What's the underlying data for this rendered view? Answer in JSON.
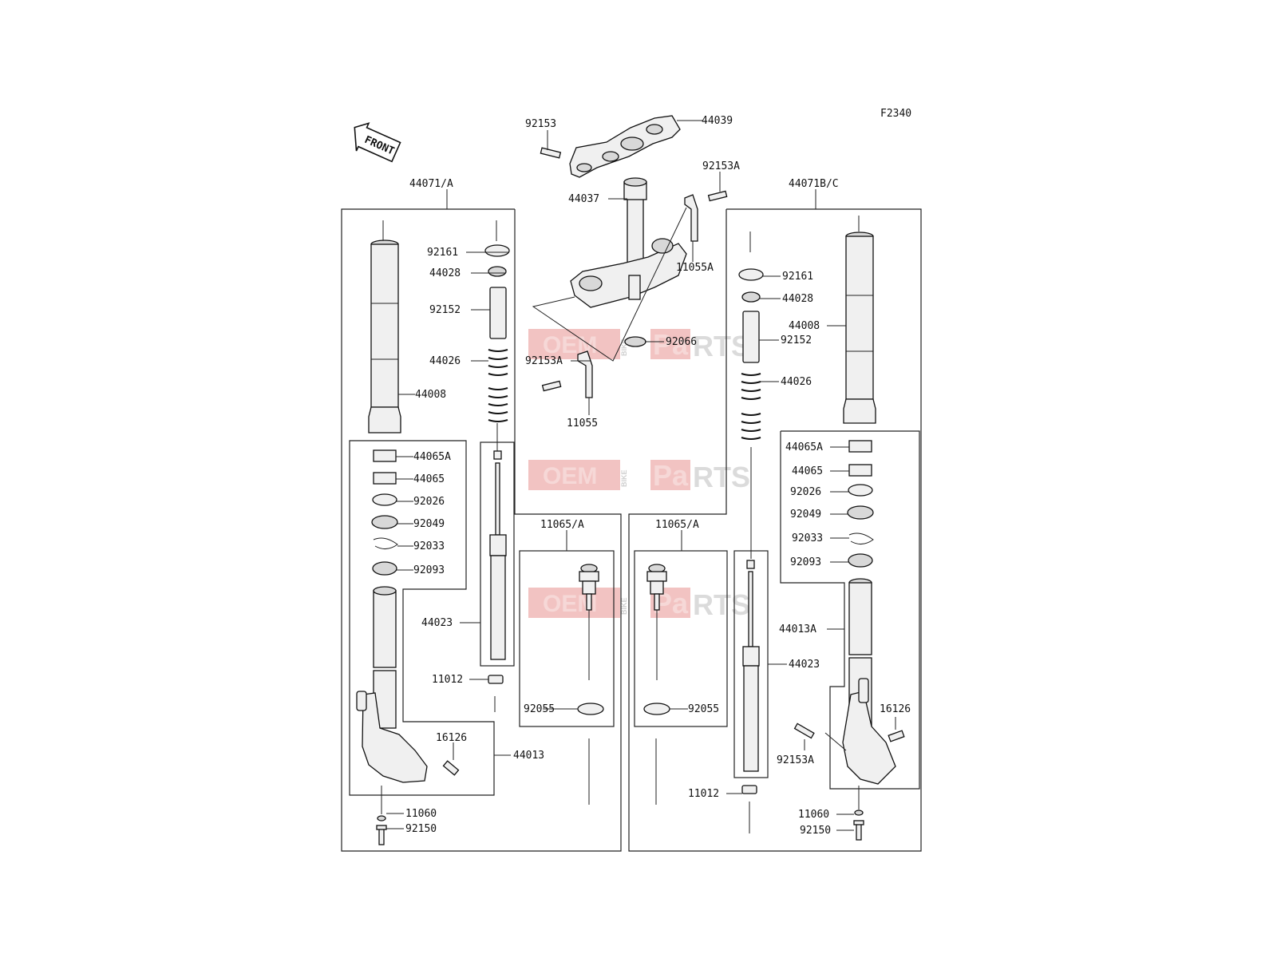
{
  "diagram": {
    "code": "F2340",
    "front_label": "FRONT",
    "watermark": {
      "oem": "OEM",
      "bike": "BIKE",
      "pa": "Pa",
      "rts": "RTS"
    },
    "groups": {
      "left_fork": "44071/A",
      "right_fork": "44071B/C",
      "left_cartridge": "11065/A",
      "right_cartridge": "11065/A"
    },
    "labels": {
      "top_clamp": "44039",
      "top_bolt": "92153",
      "stem_bolt_a": "92153A",
      "stem": "44037",
      "bracket_a": "11055A",
      "stem_seal": "92066",
      "side_bolt_a": "92153A",
      "bracket": "11055",
      "l_92161": "92161",
      "l_44028": "44028",
      "l_92152": "92152",
      "l_44026": "44026",
      "l_44008": "44008",
      "l_44065A": "44065A",
      "l_44065": "44065",
      "l_92026": "92026",
      "l_92049": "92049",
      "l_92033": "92033",
      "l_92093": "92093",
      "l_44023": "44023",
      "l_11012": "11012",
      "l_16126": "16126",
      "l_44013": "44013",
      "l_11060": "11060",
      "l_92150": "92150",
      "lc_92055": "92055",
      "rc_92055": "92055",
      "r_92161": "92161",
      "r_44028": "44028",
      "r_44008": "44008",
      "r_92152": "92152",
      "r_44026": "44026",
      "r_44065A": "44065A",
      "r_44065": "44065",
      "r_92026": "92026",
      "r_92049": "92049",
      "r_92033": "92033",
      "r_92093": "92093",
      "r_44013A": "44013A",
      "r_44023": "44023",
      "r_16126": "16126",
      "r_92153A": "92153A",
      "r_11012": "11012",
      "r_11060": "11060",
      "r_92150": "92150"
    }
  }
}
